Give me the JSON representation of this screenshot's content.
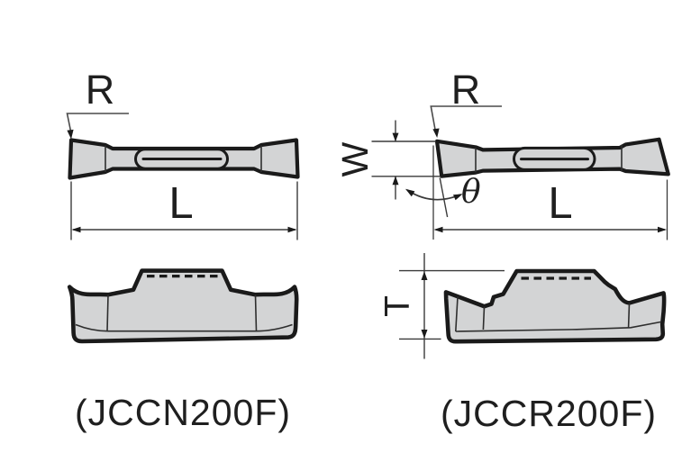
{
  "page": {
    "background": "#ffffff"
  },
  "colors": {
    "insert_fill": "#d3d4d5",
    "outline": "#1a1a1a",
    "dimension_lines": "#3a3a3a",
    "label_text": "#1f1f1f"
  },
  "left_figure": {
    "caption": "(JCCN200F)",
    "top_view": {
      "radius_label": "R",
      "length_label": "L"
    }
  },
  "right_figure": {
    "caption": "(JCCR200F)",
    "top_view": {
      "radius_label": "R",
      "length_label": "L",
      "width_label": "W",
      "angle_label": "θ"
    },
    "side_view": {
      "thickness_label": "T"
    }
  }
}
